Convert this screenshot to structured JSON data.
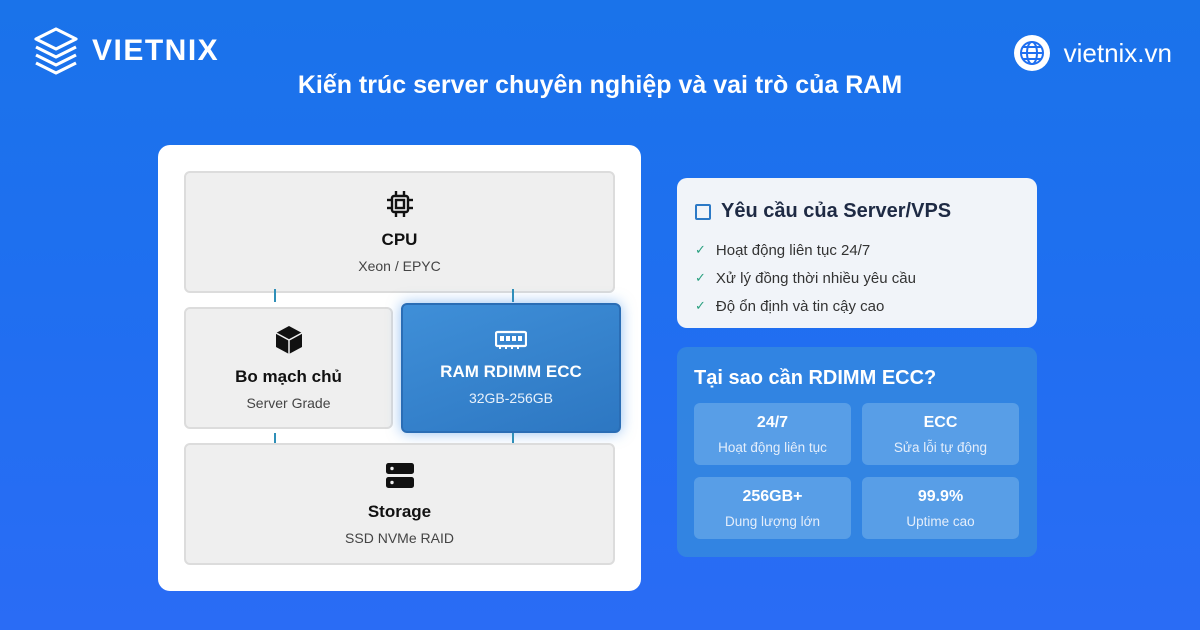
{
  "header": {
    "brand": "VIETNIX",
    "website": "vietnix.vn",
    "title": "Kiến trúc server chuyên nghiệp và vai trò của RAM"
  },
  "diagram": {
    "cpu": {
      "title": "CPU",
      "subtitle": "Xeon / EPYC",
      "icon": "cpu-chip-icon"
    },
    "motherboard": {
      "title": "Bo mạch chủ",
      "subtitle": "Server Grade",
      "icon": "cube-icon"
    },
    "ram": {
      "title": "RAM RDIMM ECC",
      "subtitle": "32GB-256GB",
      "icon": "ram-module-icon"
    },
    "storage": {
      "title": "Storage",
      "subtitle": "SSD NVMe RAID",
      "icon": "server-stack-icon"
    }
  },
  "requirements": {
    "title": "Yêu cầu của Server/VPS",
    "items": [
      "Hoạt động liên tục 24/7",
      "Xử lý đồng thời nhiều yêu cầu",
      "Độ ổn định và tin cậy cao"
    ]
  },
  "why": {
    "title": "Tại sao cần RDIMM ECC?",
    "stats": [
      {
        "value": "24/7",
        "label": "Hoạt động liên tục"
      },
      {
        "value": "ECC",
        "label": "Sửa lỗi tự động"
      },
      {
        "value": "256GB+",
        "label": "Dung lượng lớn"
      },
      {
        "value": "99.9%",
        "label": "Uptime cao"
      }
    ]
  },
  "colors": {
    "background": "#1f6ff0",
    "accent_ram": "#3586d0",
    "connector": "#2f8fb8",
    "check": "#2aa080"
  }
}
